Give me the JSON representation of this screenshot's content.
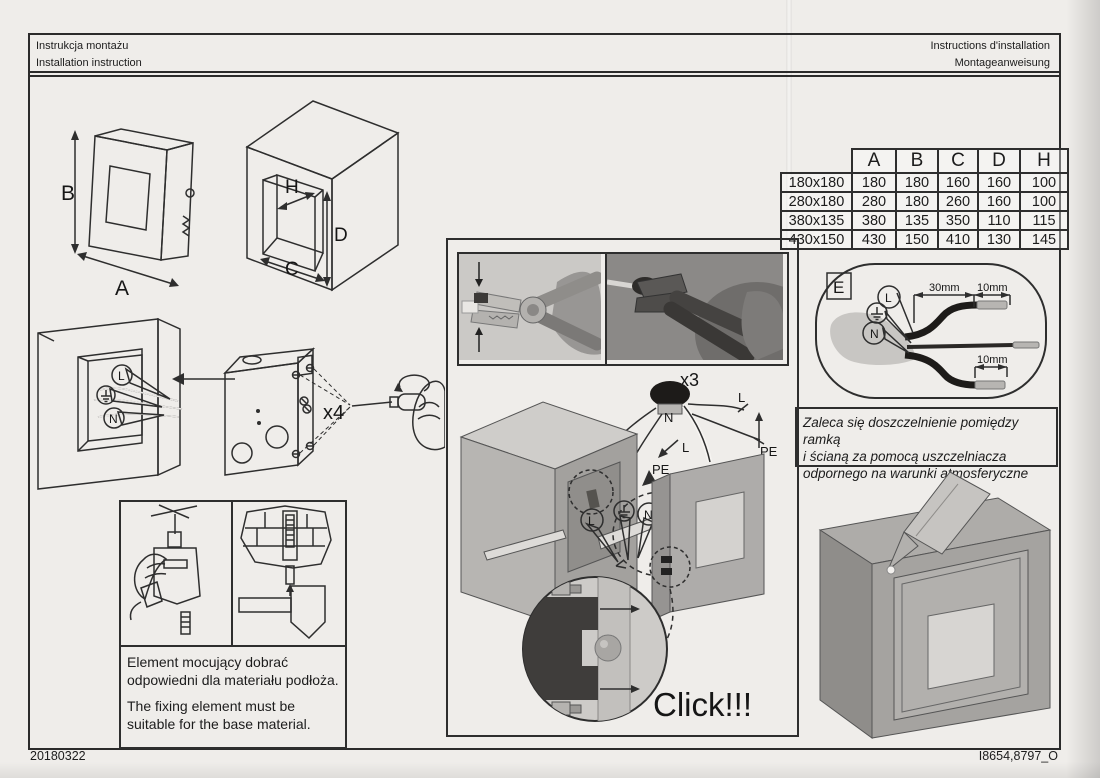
{
  "header": {
    "title_pl": "Instrukcja montażu",
    "title_en": "Installation instruction",
    "title_fr": "Instructions d'installation",
    "title_de": "Montageanweisung"
  },
  "footer": {
    "date_code": "20180322",
    "doc_code": "I8654,8797_O"
  },
  "table": {
    "columns": [
      "A",
      "B",
      "C",
      "D",
      "H"
    ],
    "rows": [
      {
        "size": "180x180",
        "values": [
          "180",
          "180",
          "160",
          "160",
          "100"
        ]
      },
      {
        "size": "280x180",
        "values": [
          "280",
          "180",
          "260",
          "160",
          "100"
        ]
      },
      {
        "size": "380x135",
        "values": [
          "380",
          "135",
          "350",
          "110",
          "115"
        ]
      },
      {
        "size": "430x150",
        "values": [
          "430",
          "150",
          "410",
          "130",
          "145"
        ]
      }
    ]
  },
  "labels": {
    "dim_a": "A",
    "dim_b": "B",
    "dim_c": "C",
    "dim_d": "D",
    "dim_h": "H",
    "live": "L",
    "neutral": "N",
    "earth": "PE",
    "screws_qty": "x4",
    "connectors_qty": "x3",
    "detail_ref": "E",
    "dim_30mm": "30mm",
    "dim_10mm": "10mm",
    "click": "Click!!!"
  },
  "notes": {
    "fixing_pl_line1": "Element mocujący dobrać",
    "fixing_pl_line2": "odpowiedni dla materiału podłoża.",
    "fixing_en_line1": "The fixing element must be",
    "fixing_en_line2": "suitable for the base material.",
    "sealing_pl_line1": "Zaleca się doszczelnienie pomiędzy ramką",
    "sealing_pl_line2": "i ścianą za pomocą uszczelniacza",
    "sealing_pl_line3": "odpornego na warunki atmosferyczne"
  }
}
